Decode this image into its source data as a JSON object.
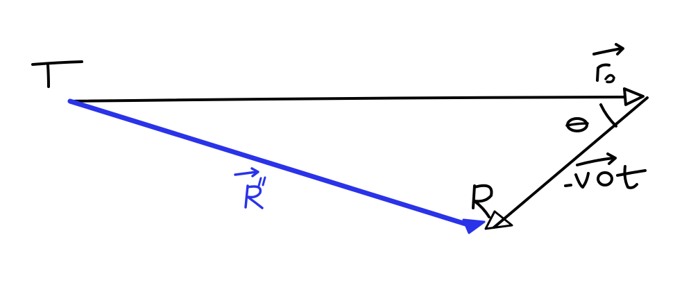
{
  "diagram": {
    "labels": {
      "transmitter": "T",
      "receiver": "R",
      "initial_vector": "r",
      "relative_vector": "R'",
      "velocity_term": "-vot",
      "angle": "θ"
    },
    "colors": {
      "ink": "#000000",
      "highlight": "#2a33e8",
      "background": "#ffffff"
    }
  }
}
